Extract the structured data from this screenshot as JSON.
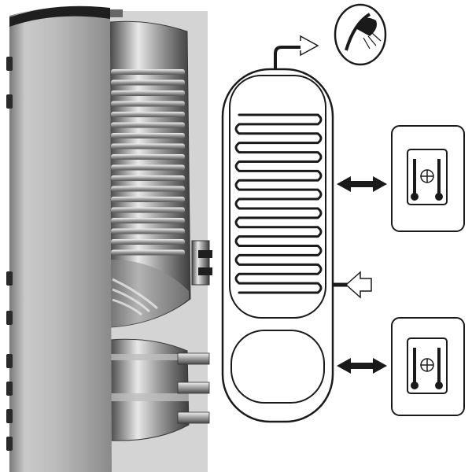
{
  "colors": {
    "background": "#ffffff",
    "outline": "#1a1a1a",
    "jacket_light": "#c8c8c8",
    "jacket_dark": "#6f6f6f",
    "steel_light": "#e6e6e6",
    "steel_dark": "#5a5a5a",
    "bg_panel": "#d0d0d0"
  },
  "icons": {
    "shower": "shower-head-icon",
    "heat_source_upper": "heat-exchanger-thermometer-icon",
    "heat_source_lower": "heat-exchanger-thermometer-icon",
    "hot_water_out": "outlet-arrow-icon",
    "cold_water_in": "inlet-arrow-icon",
    "flow_upper": "bidirectional-arrow-icon",
    "flow_lower": "bidirectional-arrow-icon"
  },
  "schematic": {
    "coil_turns": 10,
    "component_labels": [
      "hot-water-tank",
      "heating-coil",
      "lower-buffer-chamber"
    ]
  }
}
